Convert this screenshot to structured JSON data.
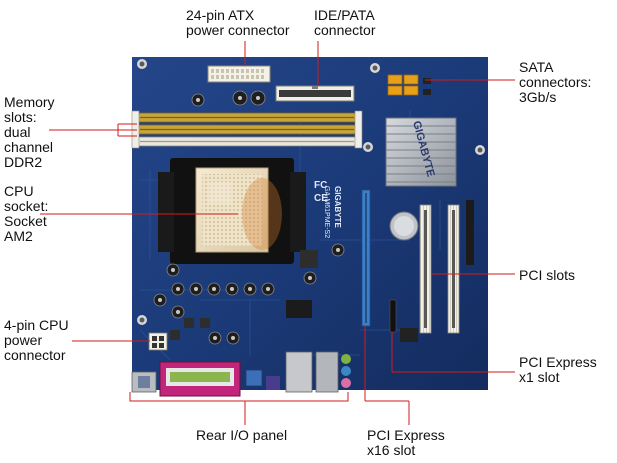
{
  "labels": {
    "atx_power": "24-pin ATX\npower connector",
    "ide": "IDE/PATA\nconnector",
    "sata": "SATA\nconnectors:\n3Gb/s",
    "memory": "Memory\nslots:\ndual\nchannel\nDDR2",
    "cpu_socket": "CPU\nsocket:\nSocket\nAM2",
    "pci_slots": "PCI slots",
    "cpu_power": "4-pin CPU\npower\nconnector",
    "pcie_x1": "PCI Express\nx1 slot",
    "rear_io": "Rear I/O panel",
    "pcie_x16": "PCI Express\nx16 slot"
  },
  "board_text": {
    "brand": "GIGABYTE",
    "model": "GA-M61PME-S2",
    "heatsink_brand": "GIGABYTE"
  },
  "colors": {
    "pcb": "#1c3a78",
    "pcb_dark": "#10264f",
    "callout_line": "#d21b1b",
    "dimm_slot": "#c9a437",
    "pcie_slot": "#3d7fc8",
    "pci_slot": "#efefe8",
    "heatsink": "#a9aeb6",
    "parallel_port": "#c2267a",
    "sata_connector": "#e8a01a"
  }
}
